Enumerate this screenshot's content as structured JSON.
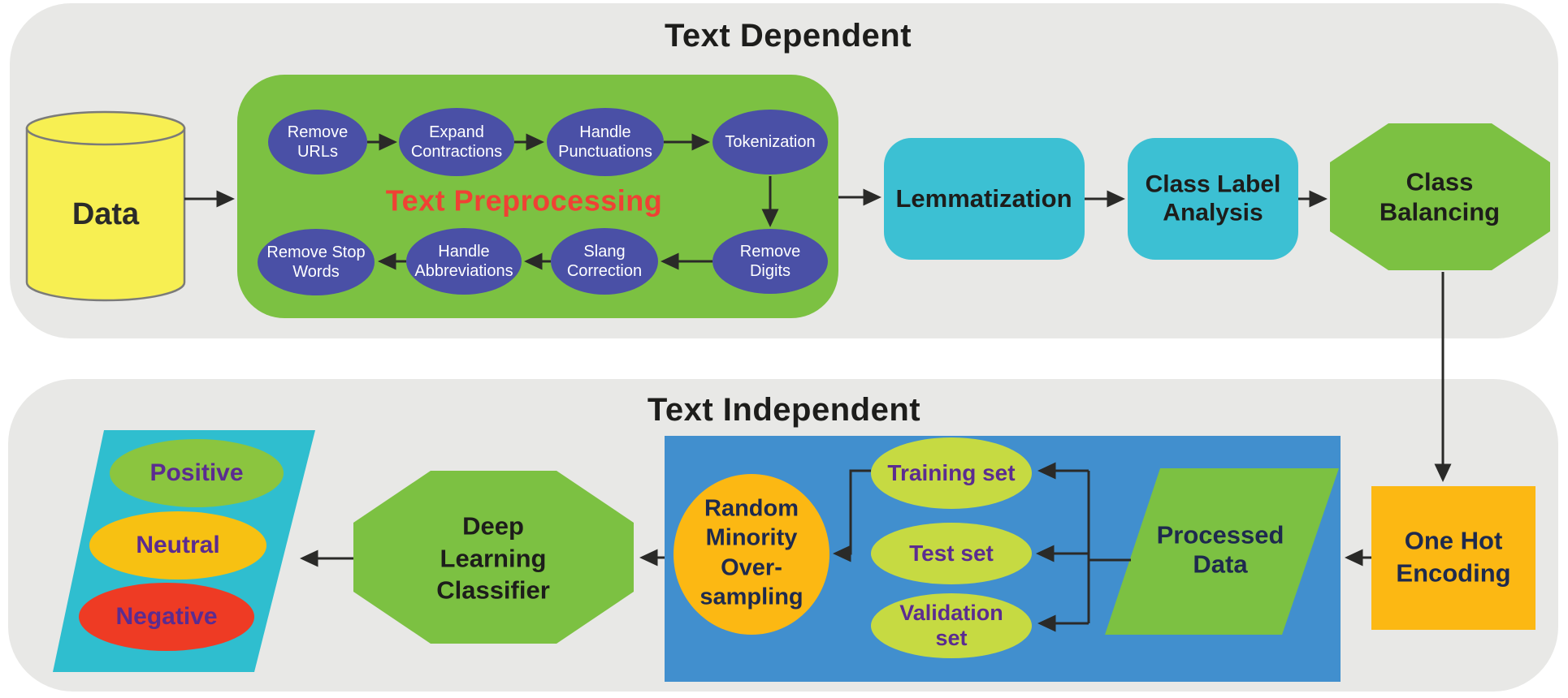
{
  "titles": {
    "text_dependent": "Text Dependent",
    "text_independent": "Text Independent"
  },
  "text_dependent": {
    "data_store": "Data",
    "preprocessing_title": "Text Preprocessing",
    "steps": [
      {
        "label": "Remove\nURLs"
      },
      {
        "label": "Expand\nContractions"
      },
      {
        "label": "Handle\nPunctuations"
      },
      {
        "label": "Tokenization"
      },
      {
        "label": "Remove\nDigits"
      },
      {
        "label": "Slang\nCorrection"
      },
      {
        "label": "Handle\nAbbreviations"
      },
      {
        "label": "Remove Stop\nWords"
      }
    ],
    "lemmatization": "Lemmatization",
    "class_label_analysis": "Class Label\nAnalysis",
    "class_balancing": "Class\nBalancing"
  },
  "text_independent": {
    "one_hot_encoding": "One Hot\nEncoding",
    "processed_data": "Processed\nData",
    "splits": [
      {
        "label": "Training set"
      },
      {
        "label": "Test set"
      },
      {
        "label": "Validation\nset"
      }
    ],
    "oversampling": "Random\nMinority\nOver-\nsampling",
    "classifier": "Deep\nLearning\nClassifier",
    "outputs": [
      {
        "label": "Positive"
      },
      {
        "label": "Neutral"
      },
      {
        "label": "Negative"
      }
    ]
  },
  "colors": {
    "panel_gray": "#e8e8e6",
    "process_green": "#7cc142",
    "step_indigo": "#4a50a6",
    "stage_cyan": "#3cc0d3",
    "independent_blue": "#418fce",
    "accent_orange": "#fcb813",
    "split_lime": "#c6da42",
    "label_purple": "#5b2c90",
    "title_red": "#f04134",
    "label_navy": "#1e2a4e",
    "output_cyan": "#2fbecf",
    "positive_green": "#8bc53f",
    "neutral_yellow": "#f7c112",
    "negative_red": "#ee3b24",
    "data_yellow": "#f7ef52",
    "arrow_black": "#2a2a28"
  }
}
